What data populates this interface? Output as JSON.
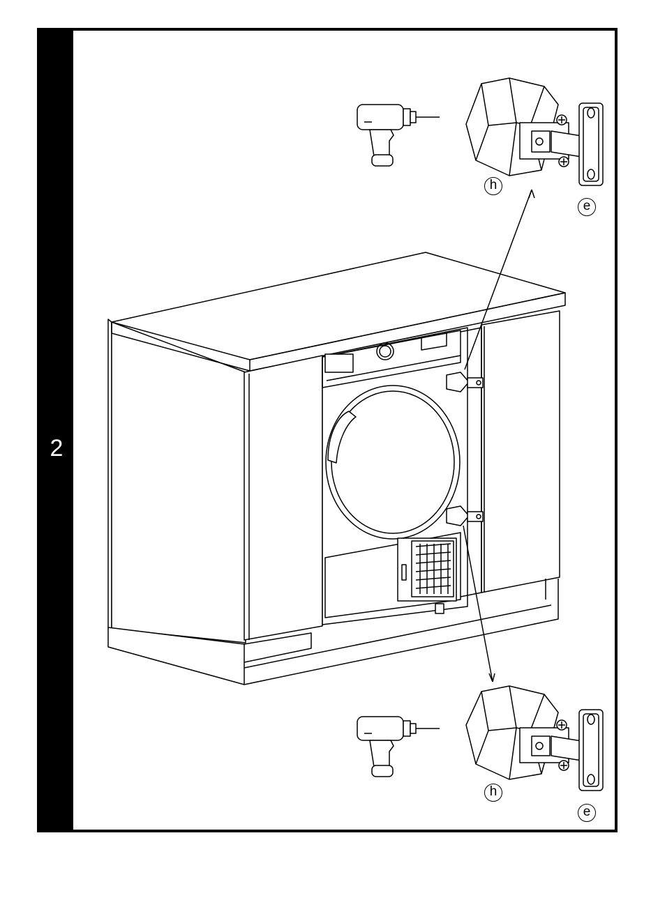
{
  "step": {
    "number": "2"
  },
  "callouts": {
    "top_hinge_cup": "h",
    "top_mount_plate": "e",
    "bottom_hinge_cup": "h",
    "bottom_mount_plate": "e"
  },
  "icons": [
    "drill-icon",
    "hinge-icon",
    "washer-dryer-icon",
    "cabinet-icon"
  ],
  "colors": {
    "ink": "#000000",
    "panel": "#000000",
    "paper": "#ffffff"
  }
}
